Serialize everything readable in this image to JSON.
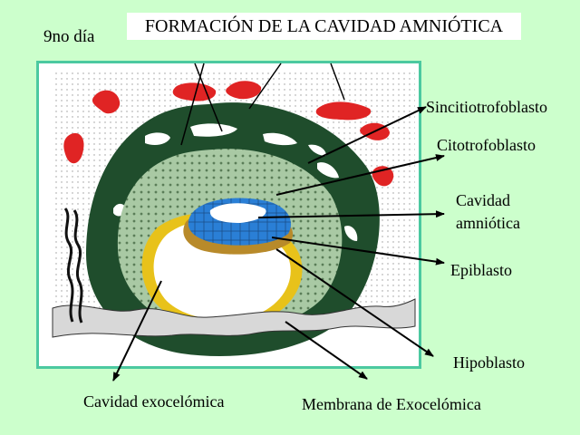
{
  "title": "FORMACIÓN DE LA CAVIDAD AMNIÓTICA",
  "day": "9no día",
  "labels": {
    "sincitiotrofoblasto": "Sincitiotrofoblasto",
    "citotrofoblasto": "Citotrofoblasto",
    "cavidad_amniotica_line1": "Cavidad",
    "cavidad_amniotica_line2": "amniótica",
    "epiblasto": "Epiblasto",
    "hipoblasto": "Hipoblasto",
    "cavidad_exocelomica": "Cavidad exocelómica",
    "membrana_exocelomica": "Membrana de Exocelómica"
  },
  "colors": {
    "background": "#ccffcc",
    "frame": "#4cc9a0",
    "syncytiotrophoblast": "#1f4d2c",
    "cytotrophoblast": "#a9c9a4",
    "epiblast": "#2a7fd6",
    "hypoblast": "#b88a2a",
    "exocoelomic_membrane": "#e8c21a",
    "lacunae_blood": "#e02424"
  }
}
